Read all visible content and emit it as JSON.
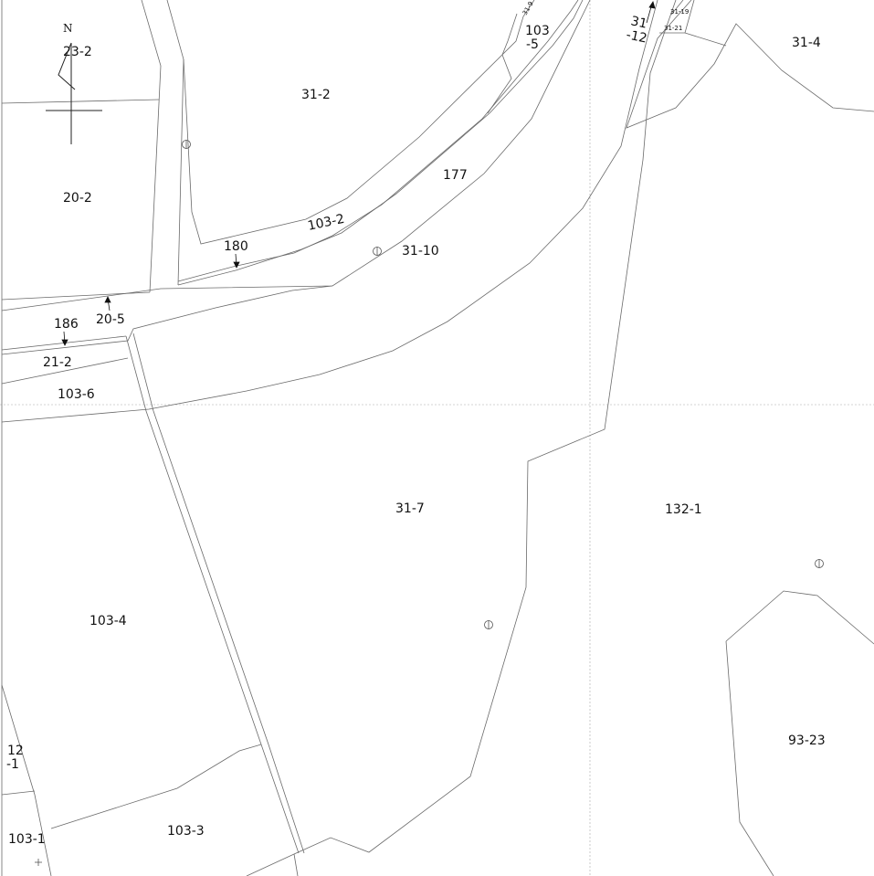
{
  "north_label": "N",
  "parcels": {
    "p23_2": "23-2",
    "p31_2": "31-2",
    "p103_5a": "103",
    "p103_5b": "-5",
    "p31_9": "31-9",
    "p31_12a": "31",
    "p31_12b": "-12",
    "p31_19": "31-19",
    "p31_21": "31-21",
    "p31_4": "31-4",
    "p20_2": "20-2",
    "p177": "177",
    "p103_2": "103-2",
    "p180": "180",
    "p31_10": "31-10",
    "p20_5": "20-5",
    "p186": "186",
    "p21_2": "21-2",
    "p103_6": "103-6",
    "p31_7": "31-7",
    "p132_1": "132-1",
    "p103_4": "103-4",
    "p93_23": "93-23",
    "p12_1a": "12",
    "p12_1b": "-1",
    "p103_1": "103-1",
    "p103_3": "103-3"
  }
}
